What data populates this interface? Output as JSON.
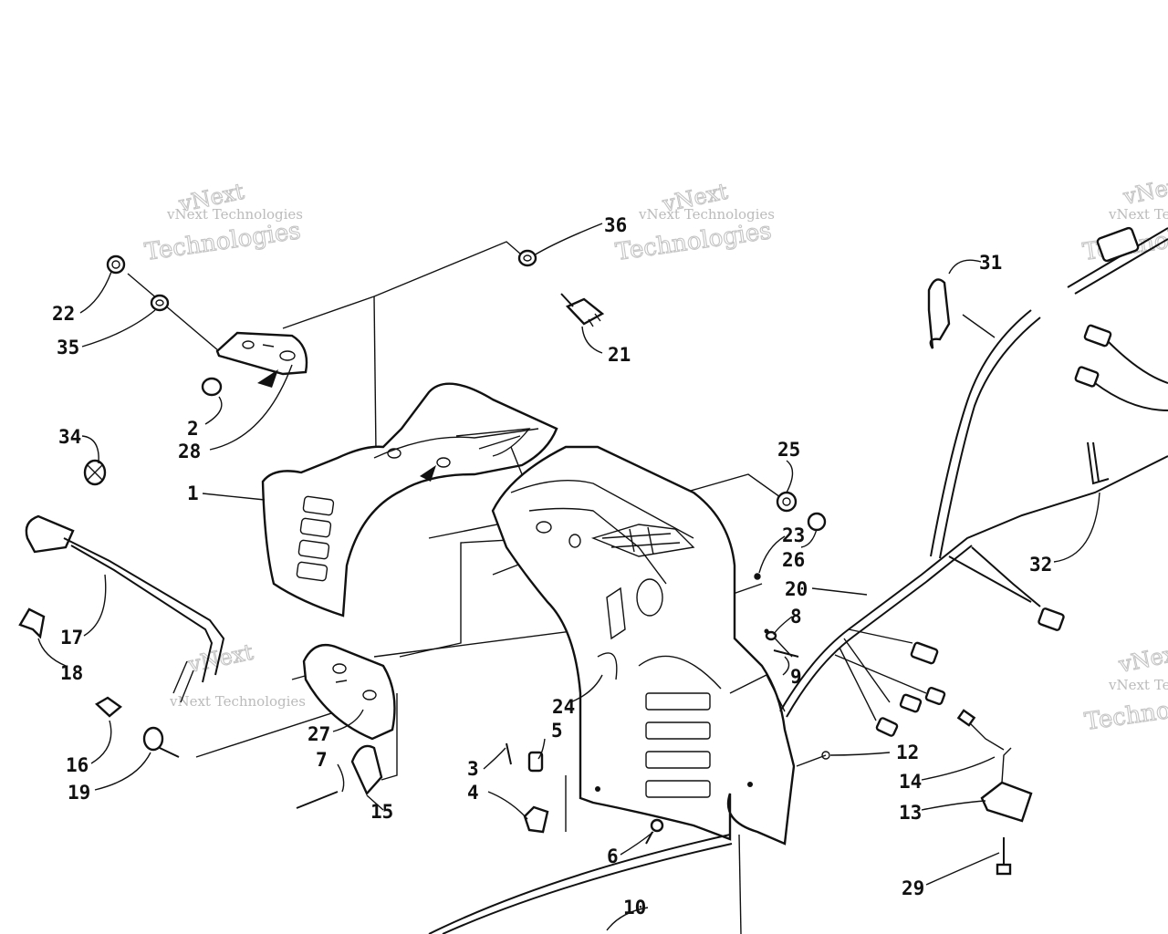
{
  "watermark": {
    "line1": "vNext",
    "line2": "vNext Technologies",
    "line3": "Technologies"
  },
  "labels": {
    "l1": "1",
    "l2": "2",
    "l3": "3",
    "l4": "4",
    "l5": "5",
    "l6": "6",
    "l7": "7",
    "l8": "8",
    "l9": "9",
    "l10": "10",
    "l12": "12",
    "l13": "13",
    "l14": "14",
    "l15": "15",
    "l16": "16",
    "l17": "17",
    "l18": "18",
    "l19": "19",
    "l20": "20",
    "l21": "21",
    "l22": "22",
    "l23": "23",
    "l24": "24",
    "l25": "25",
    "l26": "26",
    "l27": "27",
    "l28": "28",
    "l29": "29",
    "l31": "31",
    "l32": "32",
    "l34": "34",
    "l35": "35",
    "l36": "36"
  }
}
